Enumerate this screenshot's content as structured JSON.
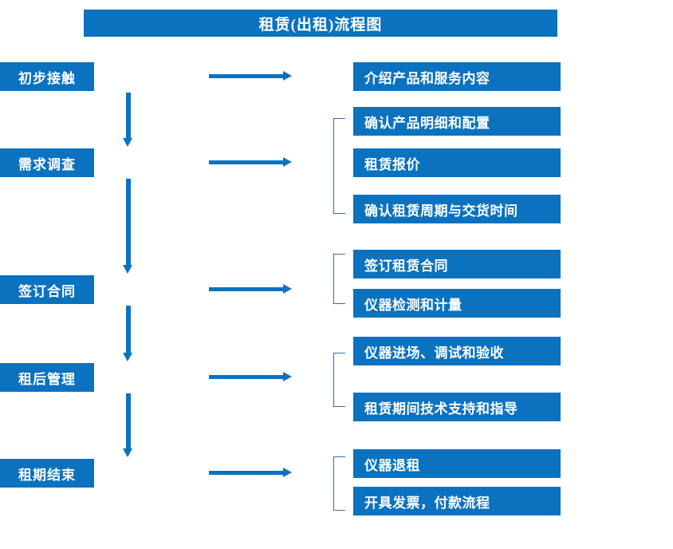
{
  "title": "租赁(出租)流程图",
  "colors": {
    "box_fill": "#0b72c0",
    "box_text": "#ffffff",
    "arrow": "#0b72c0",
    "bracket": "#2e6fad",
    "background": "#ffffff"
  },
  "stages": [
    {
      "label": "初步接触"
    },
    {
      "label": "需求调查"
    },
    {
      "label": "签订合同"
    },
    {
      "label": "租后管理"
    },
    {
      "label": "租期结束"
    }
  ],
  "details": [
    {
      "label": "介绍产品和服务内容"
    },
    {
      "label": "确认产品明细和配置"
    },
    {
      "label": "租赁报价"
    },
    {
      "label": "确认租赁周期与交货时间"
    },
    {
      "label": "签订租赁合同"
    },
    {
      "label": "仪器检测和计量"
    },
    {
      "label": "仪器进场、调试和验收"
    },
    {
      "label": "租赁期间技术支持和指导"
    },
    {
      "label": "仪器退租"
    },
    {
      "label": "开具发票，付款流程"
    }
  ],
  "groups": [
    {
      "name": "needs-survey-group",
      "items": [
        "确认产品明细和配置",
        "租赁报价",
        "确认租赁周期与交货时间"
      ]
    },
    {
      "name": "contract-group",
      "items": [
        "签订租赁合同",
        "仪器检测和计量"
      ]
    },
    {
      "name": "post-rental-group",
      "items": [
        "仪器进场、调试和验收",
        "租赁期间技术支持和指导"
      ]
    },
    {
      "name": "rental-end-group",
      "items": [
        "仪器退租",
        "开具发票，付款流程"
      ]
    }
  ],
  "connectors": {
    "vertical_arrow_icon": "arrow-down-icon",
    "horizontal_arrow_icon": "arrow-right-icon",
    "bracket_icon": "group-bracket-icon"
  }
}
